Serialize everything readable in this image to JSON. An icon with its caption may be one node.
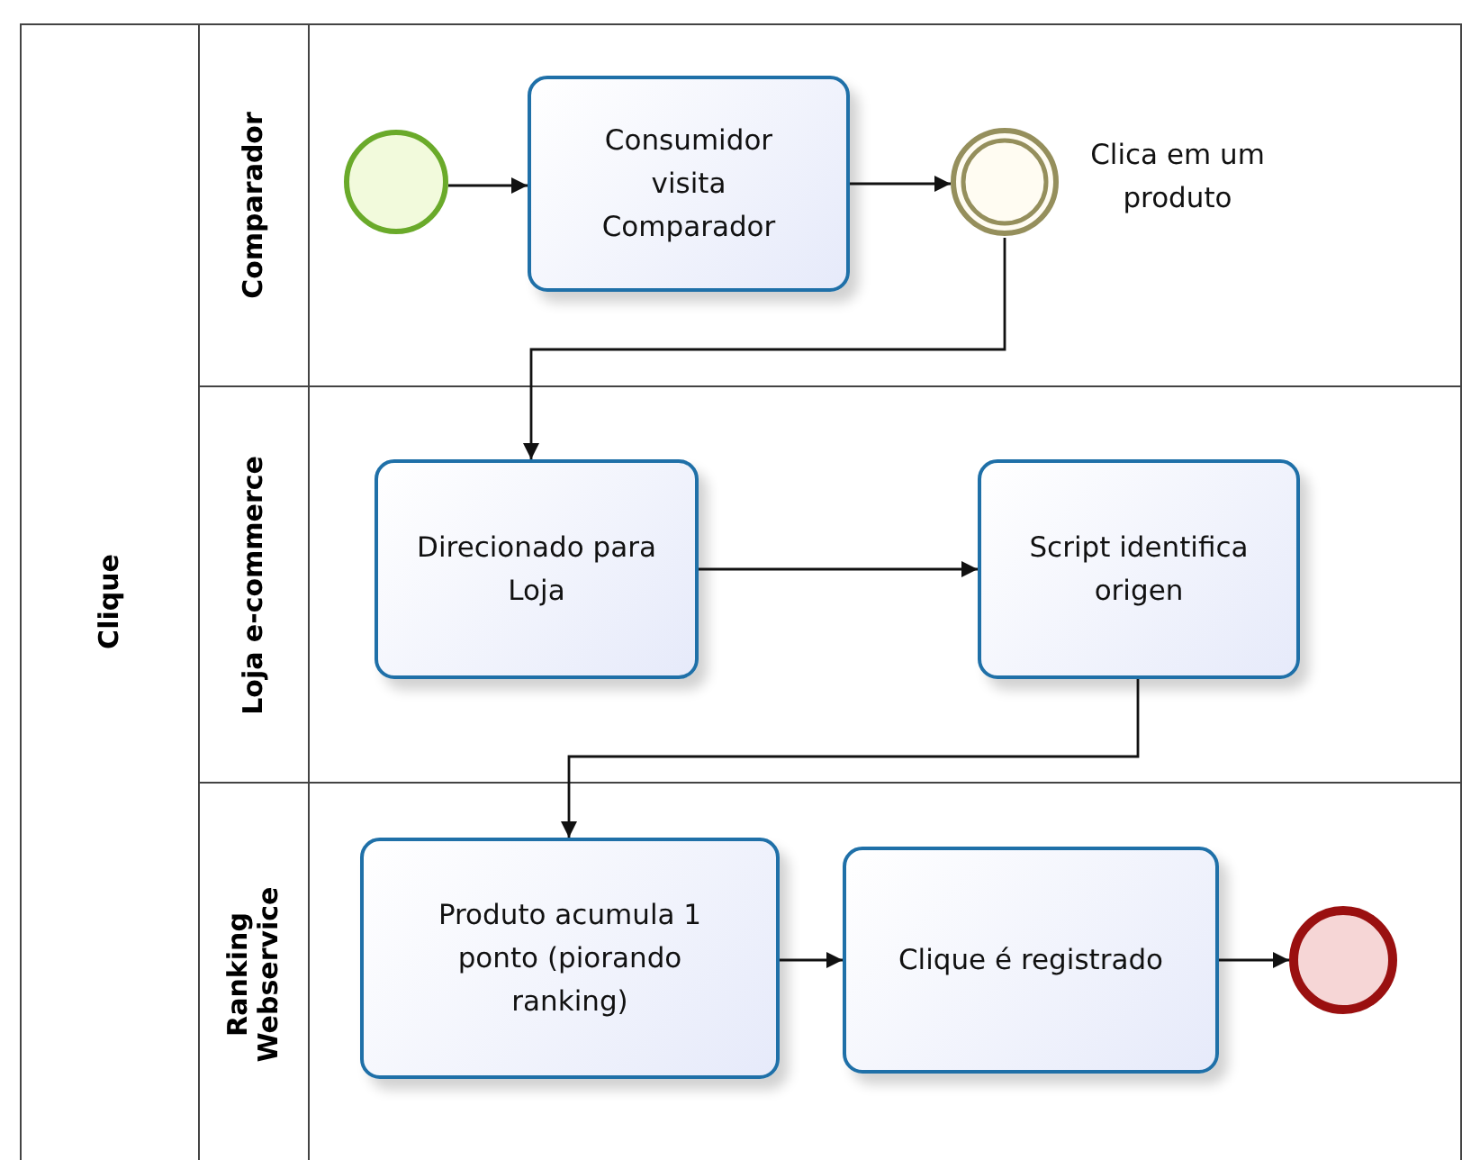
{
  "diagram": {
    "nodes": [
      {
        "text": [
          "Clique"
        ]
      },
      {
        "text": [
          "Comparador"
        ],
        "in": 0
      },
      {
        "text": [
          "Loja e-commerce"
        ],
        "in": 0
      },
      {
        "text": [
          "Ranking Webservice"
        ],
        "in": 0
      },
      {
        "text": [],
        "shape": "circle",
        "in": 1
      },
      {
        "text": [
          "Consumidor visita Comparador"
        ],
        "in": 1
      },
      {
        "text": [],
        "shape": "circle",
        "in": 1,
        "beside": [
          "Clica em um produto"
        ]
      },
      {
        "text": [
          "Direcionado para Loja"
        ],
        "in": 2
      },
      {
        "text": [
          "Script identifica origen"
        ],
        "in": 2
      },
      {
        "text": [
          "Produto acumula 1 ponto (piorando ranking)"
        ],
        "in": 3
      },
      {
        "text": [
          "Clique é registrado"
        ],
        "in": 3
      },
      {
        "text": [],
        "shape": "circle",
        "in": 3
      }
    ],
    "edges": [
      {
        "from": 4,
        "to": 5,
        "arrow": "to"
      },
      {
        "from": 5,
        "to": 6,
        "arrow": "to"
      },
      {
        "from": 6,
        "to": 7,
        "arrow": "to"
      },
      {
        "from": 7,
        "to": 8,
        "arrow": "to"
      },
      {
        "from": 8,
        "to": 9,
        "arrow": "to"
      },
      {
        "from": 9,
        "to": 10,
        "arrow": "to"
      },
      {
        "from": 10,
        "to": 11,
        "arrow": "to"
      }
    ]
  }
}
